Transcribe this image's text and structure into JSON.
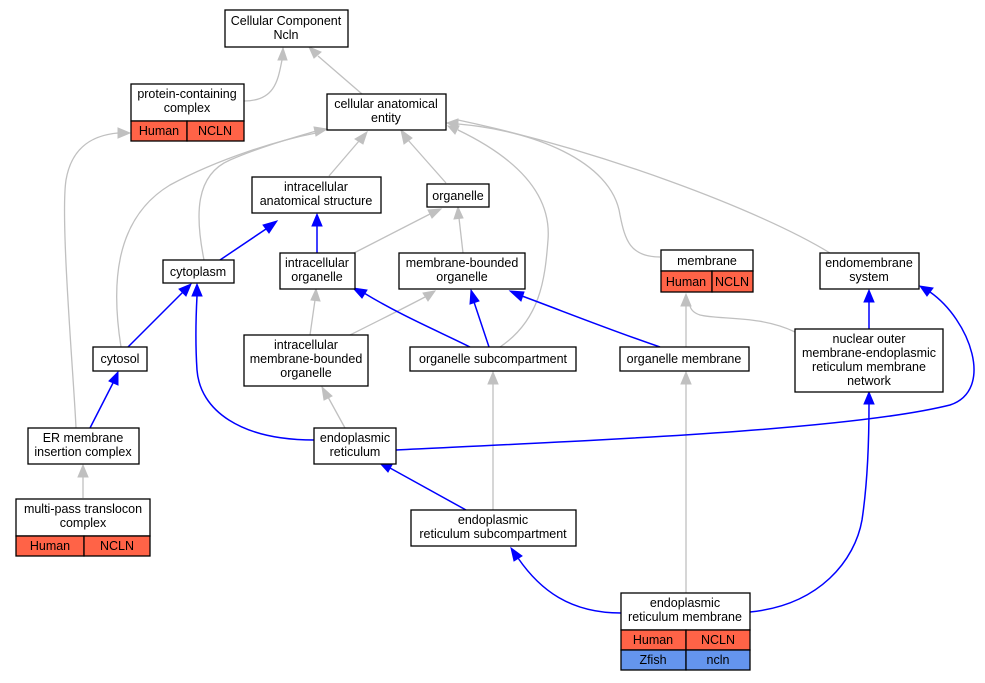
{
  "nodes": {
    "cellular_component": {
      "line1": "Cellular Component",
      "line2": "Ncln"
    },
    "protein_containing_complex": {
      "line1": "protein-containing",
      "line2": "complex",
      "species": "Human",
      "gene": "NCLN"
    },
    "cellular_anatomical_entity": {
      "line1": "cellular anatomical",
      "line2": "entity"
    },
    "intracellular_anatomical_structure": {
      "line1": "intracellular",
      "line2": "anatomical structure"
    },
    "organelle": {
      "line1": "organelle"
    },
    "cytoplasm": {
      "line1": "cytoplasm"
    },
    "intracellular_organelle": {
      "line1": "intracellular",
      "line2": "organelle"
    },
    "membrane_bounded_organelle": {
      "line1": "membrane-bounded",
      "line2": "organelle"
    },
    "membrane": {
      "line1": "membrane",
      "species": "Human",
      "gene": "NCLN"
    },
    "endomembrane_system": {
      "line1": "endomembrane",
      "line2": "system"
    },
    "cytosol": {
      "line1": "cytosol"
    },
    "intracellular_membrane_bounded_organelle": {
      "line1": "intracellular",
      "line2": "membrane-bounded",
      "line3": "organelle"
    },
    "organelle_subcompartment": {
      "line1": "organelle subcompartment"
    },
    "organelle_membrane": {
      "line1": "organelle membrane"
    },
    "nuclear_outer_membrane": {
      "line1": "nuclear outer",
      "line2": "membrane-endoplasmic",
      "line3": "reticulum membrane",
      "line4": "network"
    },
    "er_membrane_insertion_complex": {
      "line1": "ER membrane",
      "line2": "insertion complex"
    },
    "endoplasmic_reticulum": {
      "line1": "endoplasmic",
      "line2": "reticulum"
    },
    "multi_pass_translocon_complex": {
      "line1": "multi-pass translocon",
      "line2": "complex",
      "species": "Human",
      "gene": "NCLN"
    },
    "er_subcompartment": {
      "line1": "endoplasmic",
      "line2": "reticulum subcompartment"
    },
    "er_membrane": {
      "line1": "endoplasmic",
      "line2": "reticulum membrane",
      "species": "Human",
      "gene": "NCLN",
      "species2": "Zfish",
      "gene2": "ncln"
    }
  },
  "colors": {
    "human": "#ff6347",
    "zfish": "#6495ed",
    "is_a_edge": "#c0c0c0",
    "part_of_edge": "#0000ff"
  }
}
